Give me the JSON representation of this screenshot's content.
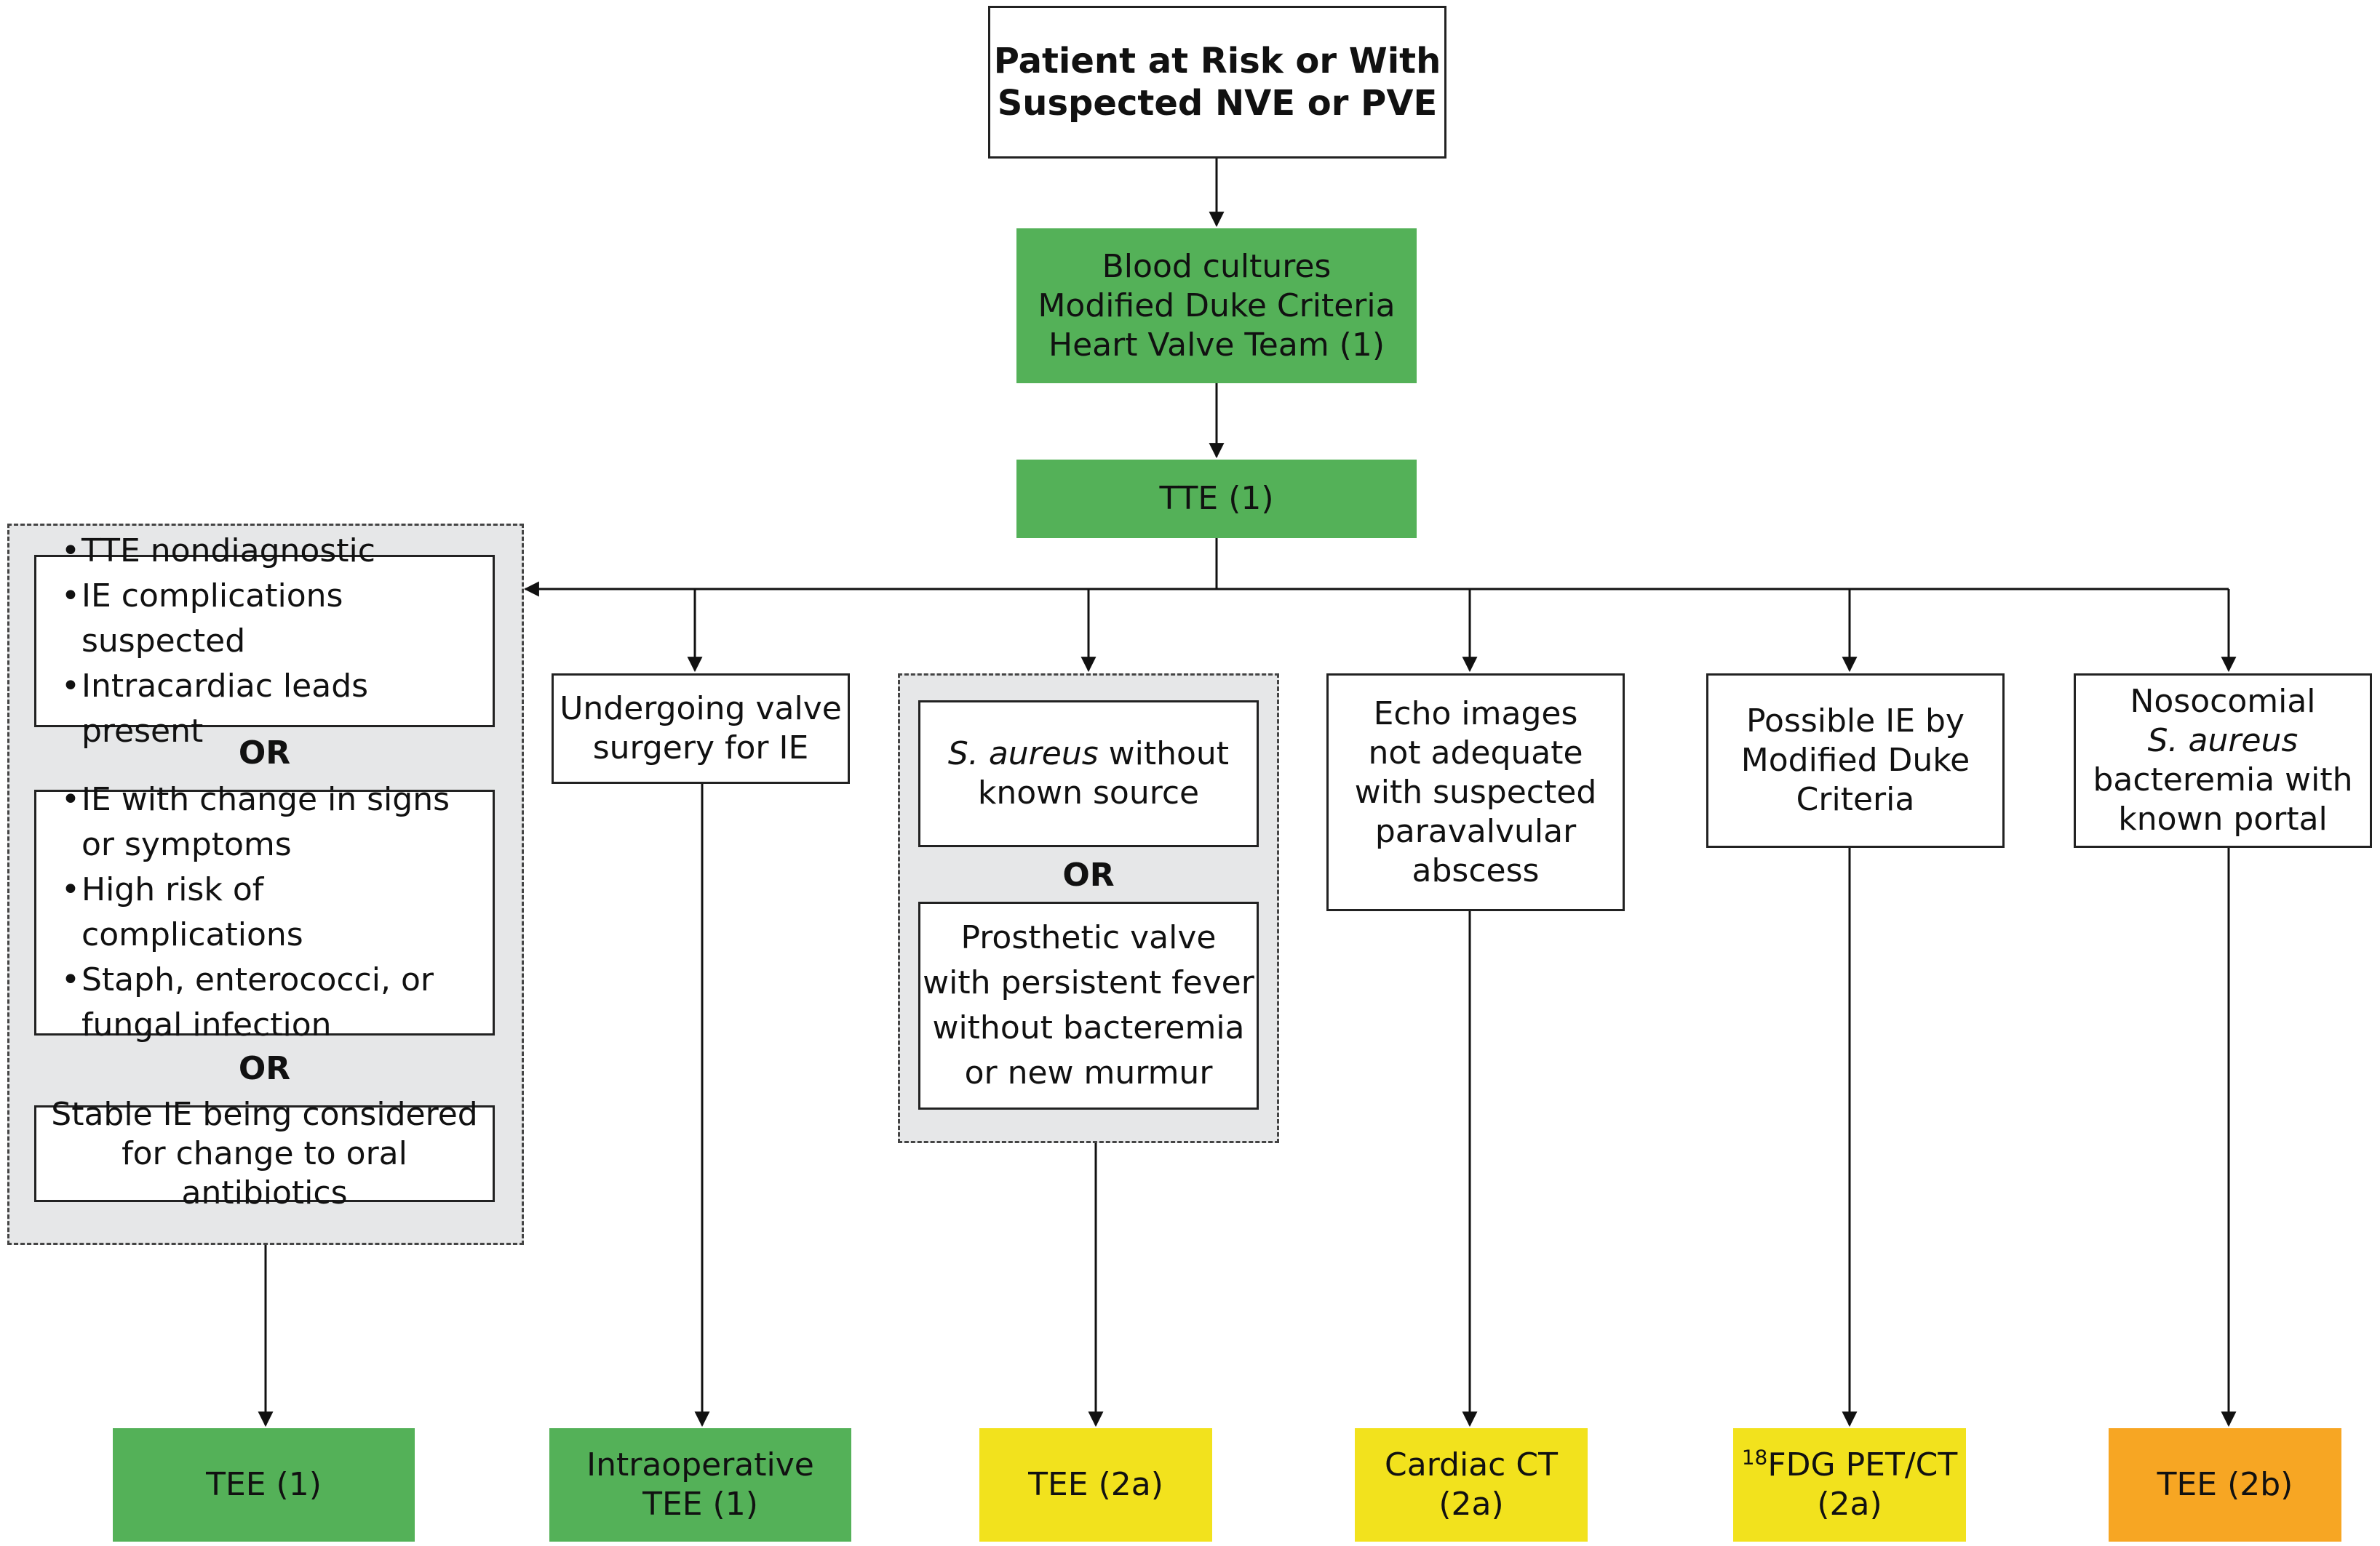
{
  "colors": {
    "green": "#54b158",
    "yellow": "#f2e21d",
    "orange": "#f7a623",
    "group_gray": "#e6e7e8",
    "line": "#222222"
  },
  "top": {
    "line1": "Patient at Risk or With",
    "line2": "Suspected NVE or PVE"
  },
  "workup": {
    "line1": "Blood cultures",
    "line2": "Modified Duke Criteria",
    "line3": "Heart Valve Team (1)"
  },
  "tte": {
    "label": "TTE (1)"
  },
  "col1": {
    "box1": [
      "TTE nondiagnostic",
      "IE complications suspected",
      "Intracardiac leads present"
    ],
    "or1": "OR",
    "box2": [
      "IE with change in signs or symptoms",
      "High risk of complications",
      "Staph, enterococci, or fungal infection"
    ],
    "or2": "OR",
    "box3": {
      "line1": "Stable IE being considered",
      "line2": "for change to oral antibiotics"
    },
    "outcome": "TEE (1)"
  },
  "col2": {
    "box": {
      "line1": "Undergoing valve",
      "line2": "surgery for IE"
    },
    "outcome": {
      "line1": "Intraoperative",
      "line2": "TEE (1)"
    }
  },
  "col3": {
    "box1": {
      "italic": "S. aureus",
      "rest": " without",
      "line2": "known source"
    },
    "or": "OR",
    "box2": {
      "line1": "Prosthetic valve",
      "line2": "with persistent fever",
      "line3": "without bacteremia",
      "line4": "or new murmur"
    },
    "outcome": "TEE (2a)"
  },
  "col4": {
    "box": {
      "line1": "Echo images",
      "line2": "not adequate",
      "line3": "with suspected",
      "line4": "paravalvular",
      "line5": "abscess"
    },
    "outcome": {
      "line1": "Cardiac CT",
      "line2": "(2a)"
    }
  },
  "col5": {
    "box": {
      "line1": "Possible IE by",
      "line2": "Modified Duke",
      "line3": "Criteria"
    },
    "outcome": {
      "sup": "18",
      "line1": "FDG PET/CT",
      "line2": "(2a)"
    }
  },
  "col6": {
    "box": {
      "line1": "Nosocomial",
      "line2": "S. aureus",
      "line3": "bacteremia with",
      "line4": "known portal"
    },
    "outcome": "TEE (2b)"
  }
}
